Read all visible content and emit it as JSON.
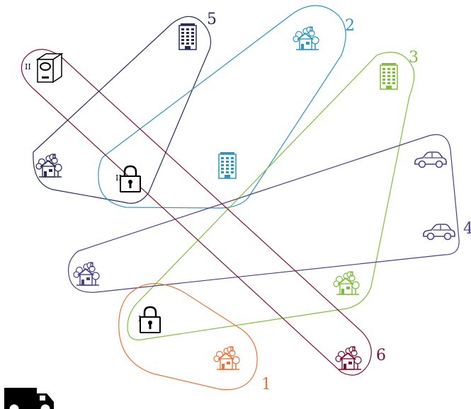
{
  "hyperedges": [
    {
      "id": "1",
      "label": "1",
      "color": "#e8743b"
    },
    {
      "id": "2",
      "label": "2",
      "color": "#2b94c3"
    },
    {
      "id": "3",
      "label": "3",
      "color": "#7dbf3a"
    },
    {
      "id": "4",
      "label": "4",
      "color": "#4b3f8a"
    },
    {
      "id": "5",
      "label": "5",
      "color": "#272a5c"
    },
    {
      "id": "6",
      "label": "6",
      "color": "#7b1030"
    }
  ],
  "nodes": [
    {
      "id": "mailbox",
      "icon": "mailbox-icon",
      "tag": "II"
    },
    {
      "id": "building-a",
      "icon": "office-building-icon"
    },
    {
      "id": "house-b",
      "icon": "house-icon"
    },
    {
      "id": "building-c",
      "icon": "office-building-icon"
    },
    {
      "id": "house-a",
      "icon": "house-icon"
    },
    {
      "id": "lock-a",
      "icon": "padlock-icon",
      "tag": "II"
    },
    {
      "id": "building-b",
      "icon": "office-building-icon"
    },
    {
      "id": "car-a",
      "icon": "car-icon"
    },
    {
      "id": "car-b",
      "icon": "car-icon"
    },
    {
      "id": "house-c",
      "icon": "house-icon"
    },
    {
      "id": "house-d",
      "icon": "house-icon"
    },
    {
      "id": "lock-b",
      "icon": "padlock-icon",
      "tag": "I"
    },
    {
      "id": "house-e",
      "icon": "house-icon"
    },
    {
      "id": "house-f",
      "icon": "house-icon"
    },
    {
      "id": "truck",
      "icon": "truck-icon"
    }
  ]
}
